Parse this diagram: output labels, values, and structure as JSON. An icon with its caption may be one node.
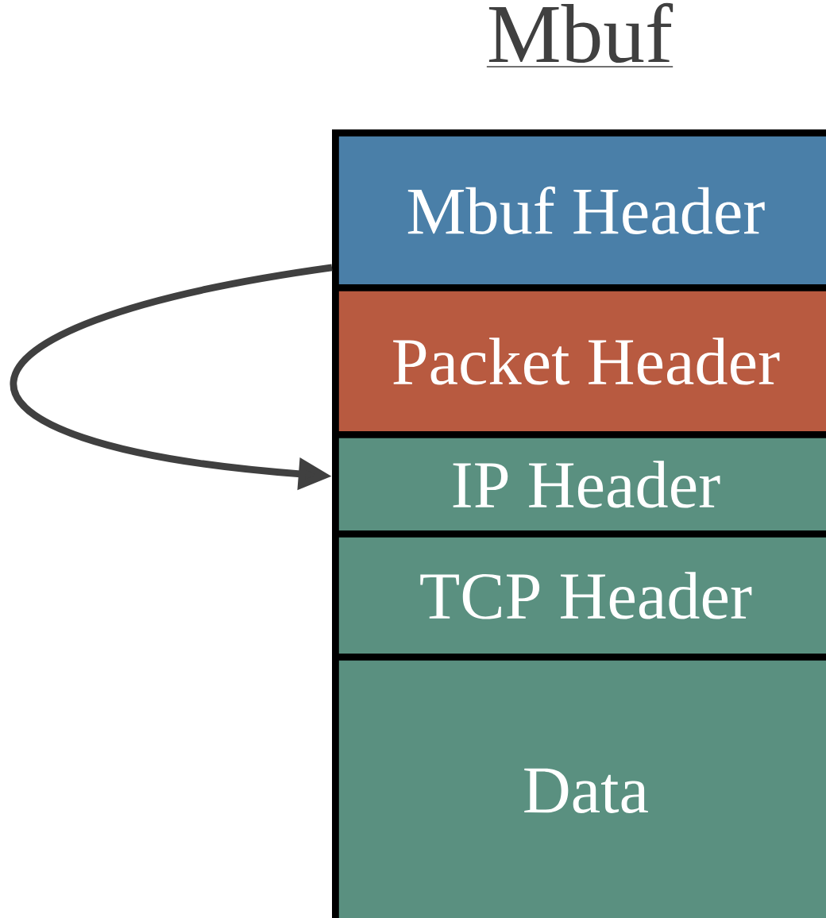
{
  "diagram": {
    "title": "Mbuf",
    "nodes": [
      {
        "text": [
          "Mbuf Header"
        ]
      },
      {
        "text": [
          "Packet Header"
        ]
      },
      {
        "text": [
          "IP Header"
        ]
      },
      {
        "text": [
          "TCP Header"
        ]
      },
      {
        "text": [
          "Data"
        ]
      }
    ],
    "edges": [
      {
        "from": 0,
        "to": 2,
        "arrow": "to"
      }
    ]
  }
}
